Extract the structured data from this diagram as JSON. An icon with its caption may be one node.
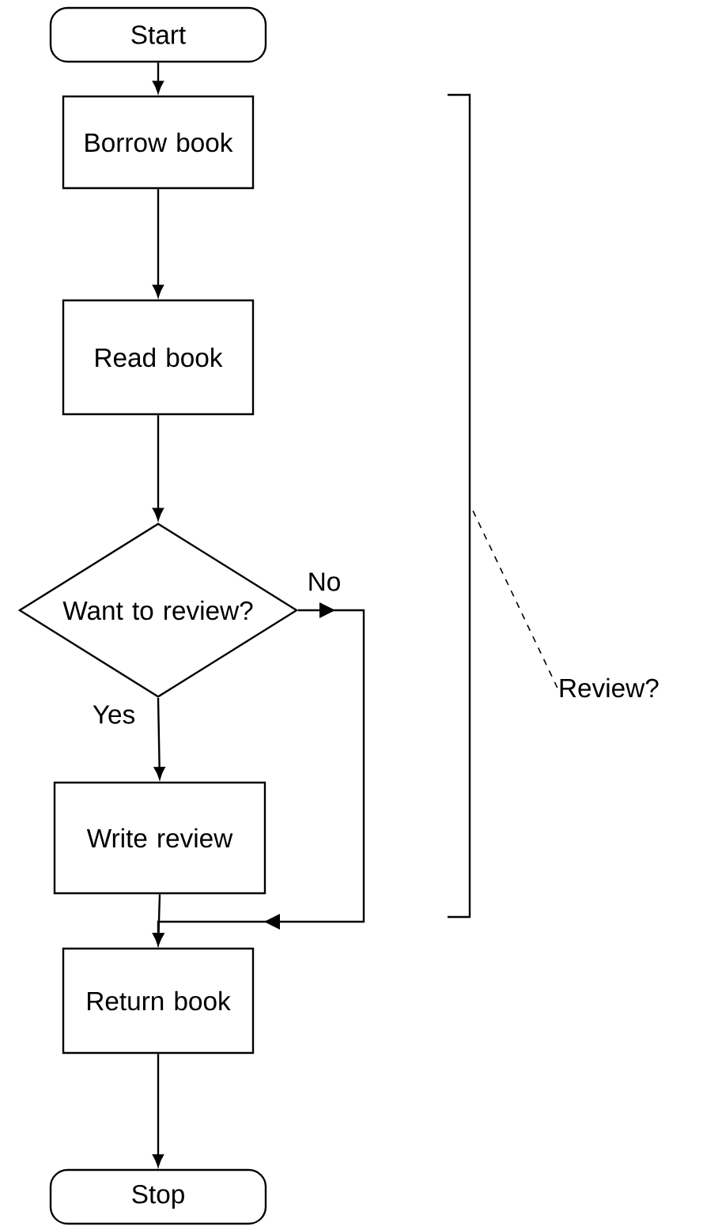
{
  "diagram": {
    "nodes": [
      {
        "text": [
          "Start"
        ]
      },
      {
        "text": [
          "Borrow book"
        ]
      },
      {
        "text": [
          "Read book"
        ]
      },
      {
        "text": [
          "Want to review?"
        ]
      },
      {
        "text": [
          "Write review"
        ]
      },
      {
        "text": [
          "Return book"
        ]
      },
      {
        "text": [
          "Stop"
        ]
      },
      {
        "text": [
          "Review?"
        ]
      },
      {
        "text": [],
        "shape": "bracket"
      }
    ],
    "edges": [
      {
        "from": 0,
        "to": 1,
        "arrow": "to"
      },
      {
        "from": 1,
        "to": 2,
        "arrow": "to"
      },
      {
        "from": 2,
        "to": 3,
        "arrow": "to"
      },
      {
        "from": 3,
        "to": 4,
        "arrow": "to",
        "label": "Yes"
      },
      {
        "from": 4,
        "to": 5,
        "arrow": "to"
      },
      {
        "from": 3,
        "to": 5,
        "arrow": "to",
        "label": "No"
      },
      {
        "from": 7,
        "to": 8,
        "arrow": "none",
        "style": "dashed"
      },
      {
        "from": 5,
        "to": 6,
        "arrow": "to"
      }
    ]
  }
}
